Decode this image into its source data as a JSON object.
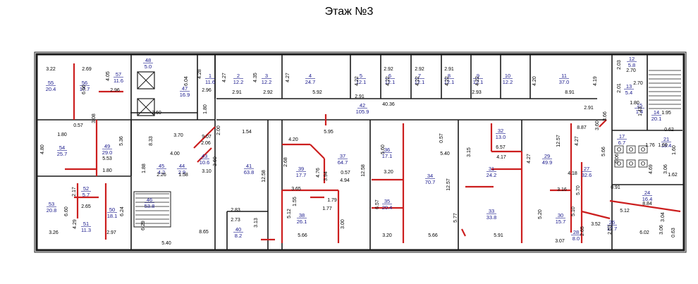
{
  "title": "Этаж №3",
  "colors": {
    "wall": "#1a1a1a",
    "partition": "#cc1f1f",
    "label": "#1a1a8c",
    "background": "#ffffff"
  },
  "rooms": [
    {
      "n": "55",
      "a": "20.4"
    },
    {
      "n": "56",
      "a": "17.7"
    },
    {
      "n": "57",
      "a": "11.6"
    },
    {
      "n": "48",
      "a": "5.0"
    },
    {
      "n": "47",
      "a": "16.9"
    },
    {
      "n": "1",
      "a": "11.6"
    },
    {
      "n": "2",
      "a": "12.2"
    },
    {
      "n": "3",
      "a": "12.2"
    },
    {
      "n": "4",
      "a": "24.7"
    },
    {
      "n": "5",
      "a": "12.1"
    },
    {
      "n": "6",
      "a": "12.1"
    },
    {
      "n": "7",
      "a": "12.1"
    },
    {
      "n": "8",
      "a": "12.1"
    },
    {
      "n": "9",
      "a": "12.1"
    },
    {
      "n": "10",
      "a": "12.2"
    },
    {
      "n": "11",
      "a": "37.0"
    },
    {
      "n": "12",
      "a": "5.8"
    },
    {
      "n": "13",
      "a": "5.4"
    },
    {
      "n": "14",
      "a": "20.1"
    },
    {
      "n": "15",
      "a": "1.4"
    },
    {
      "n": "42",
      "a": "105.9"
    },
    {
      "n": "54",
      "a": "25.7"
    },
    {
      "n": "49",
      "a": "29.0"
    },
    {
      "n": "45",
      "a": "4.2"
    },
    {
      "n": "44",
      "a": "2.9"
    },
    {
      "n": "43",
      "a": "10.6"
    },
    {
      "n": "41",
      "a": "63.8"
    },
    {
      "n": "39",
      "a": "17.7"
    },
    {
      "n": "37",
      "a": "64.7"
    },
    {
      "n": "36",
      "a": "17.1"
    },
    {
      "n": "34",
      "a": "70.7"
    },
    {
      "n": "35",
      "a": "20.4"
    },
    {
      "n": "32",
      "a": "13.0"
    },
    {
      "n": "31",
      "a": "24.2"
    },
    {
      "n": "29",
      "a": "49.9"
    },
    {
      "n": "27",
      "a": "32.6"
    },
    {
      "n": "17",
      "a": "6.7"
    },
    {
      "n": "21",
      "a": "13.4"
    },
    {
      "n": "53",
      "a": "20.8"
    },
    {
      "n": "52",
      "a": "5.7"
    },
    {
      "n": "51",
      "a": "11.3"
    },
    {
      "n": "50",
      "a": "18.1"
    },
    {
      "n": "46",
      "a": "53.8"
    },
    {
      "n": "40",
      "a": "8.2"
    },
    {
      "n": "38",
      "a": "26.1"
    },
    {
      "n": "33",
      "a": "33.8"
    },
    {
      "n": "30",
      "a": "15.7"
    },
    {
      "n": "28",
      "a": "8.0"
    },
    {
      "n": "26",
      "a": "17.7"
    },
    {
      "n": "24",
      "a": "16.4"
    }
  ],
  "dimensions": [
    "3.22",
    "2.69",
    "4.05",
    "6.56",
    "2.96",
    "4.28",
    "2.96",
    "6.04",
    "4.27",
    "2.91",
    "4.35",
    "2.92",
    "4.27",
    "5.92",
    "4.22",
    "2.92",
    "4.22",
    "2.92",
    "4.22",
    "2.91",
    "4.22",
    "2.91",
    "4.22",
    "2.93",
    "4.20",
    "8.91",
    "4.19",
    "2.03",
    "2.70",
    "2.01",
    "2.70",
    "2.60",
    "1.80",
    "40.36",
    "2.91",
    "1.80",
    "3.66",
    "1.43",
    "1.95",
    "3.08",
    "0.57",
    "1.80",
    "4.80",
    "5.36",
    "8.33",
    "3.70",
    "9.07",
    "2.06",
    "2.00",
    "1.54",
    "5.95",
    "8.87",
    "3.60",
    "0.62",
    "1.76",
    "1.60",
    "1.60",
    "5.53",
    "4.20",
    "2.68",
    "4.76",
    "3.94",
    "5.60",
    "0.57",
    "5.40",
    "3.15",
    "6.57",
    "4.17",
    "4.27",
    "12.57",
    "4.27",
    "4.18",
    "5.66",
    "6.06",
    "4.69",
    "3.06",
    "1.80",
    "4.00",
    "2.26",
    "1.88",
    "1.58",
    "3.10",
    "3.60",
    "12.58",
    "0.57",
    "4.94",
    "3.20",
    "12.58",
    "12.57",
    "1.62",
    "0.91",
    "2.17",
    "2.65",
    "6.60",
    "6.24",
    "4.29",
    "3.65",
    "1.55",
    "1.79",
    "1.77",
    "6.57",
    "5.77",
    "5.20",
    "3.16",
    "5.70",
    "5.10",
    "8.84",
    "3.04",
    "6.29",
    "5.12",
    "2.83",
    "2.73",
    "3.13",
    "3.00",
    "3.52",
    "2.65",
    "5.12",
    "3.26",
    "2.97",
    "8.65",
    "5.66",
    "3.20",
    "5.66",
    "5.91",
    "3.07",
    "2.63",
    "6.02",
    "3.06",
    "0.63",
    "5.40"
  ]
}
